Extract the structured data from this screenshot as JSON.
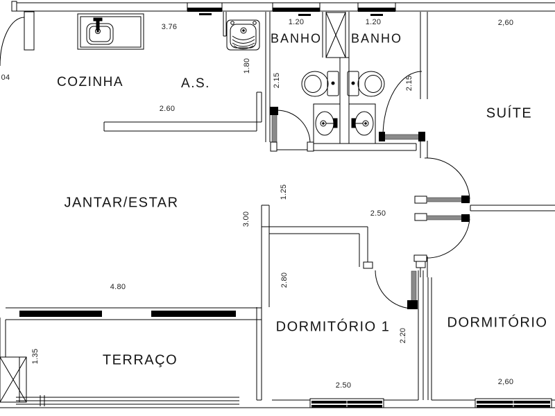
{
  "drawing": {
    "type": "apartment floor plan",
    "colors": {
      "background": "#ffffff",
      "line": "#000000",
      "door_leaf": "#8a8a8a",
      "text": "#151515"
    }
  },
  "rooms": {
    "kitchen": "COZINHA",
    "service": "A.S.",
    "bath1": "BANHO",
    "bath2": "BANHO",
    "suite": "SUÍTE",
    "living": "JANTAR/ESTAR",
    "bedroom1": "DORMITÓRIO 1",
    "bedroom2": "DORMITÓRIO",
    "terrace": "TERRAÇO"
  },
  "dimensions": {
    "kitchen_width": "3.76",
    "bath1_width": "1.20",
    "bath2_width": "1.20",
    "suite_width": "2,60",
    "counter_length": "2.60",
    "service_depth": "1.80",
    "bath1_depth": "2.15",
    "bath2_depth": "2.15",
    "hall_width": "1.25",
    "living_depth": "3.00",
    "hall_length": "2.50",
    "bedroom1_depth": "2.80",
    "living_width": "4.80",
    "bedroom1_door": "2.20",
    "terrace_depth": "1.35",
    "bedroom1_window": "2.50",
    "bedroom2_window": "2,60",
    "edge_partial": "04"
  },
  "fixtures": [
    "kitchen-sink",
    "laundry-tank",
    "toilet",
    "toilet",
    "vanity-sink",
    "vanity-sink",
    "vent-shaft",
    "column",
    "railing"
  ]
}
